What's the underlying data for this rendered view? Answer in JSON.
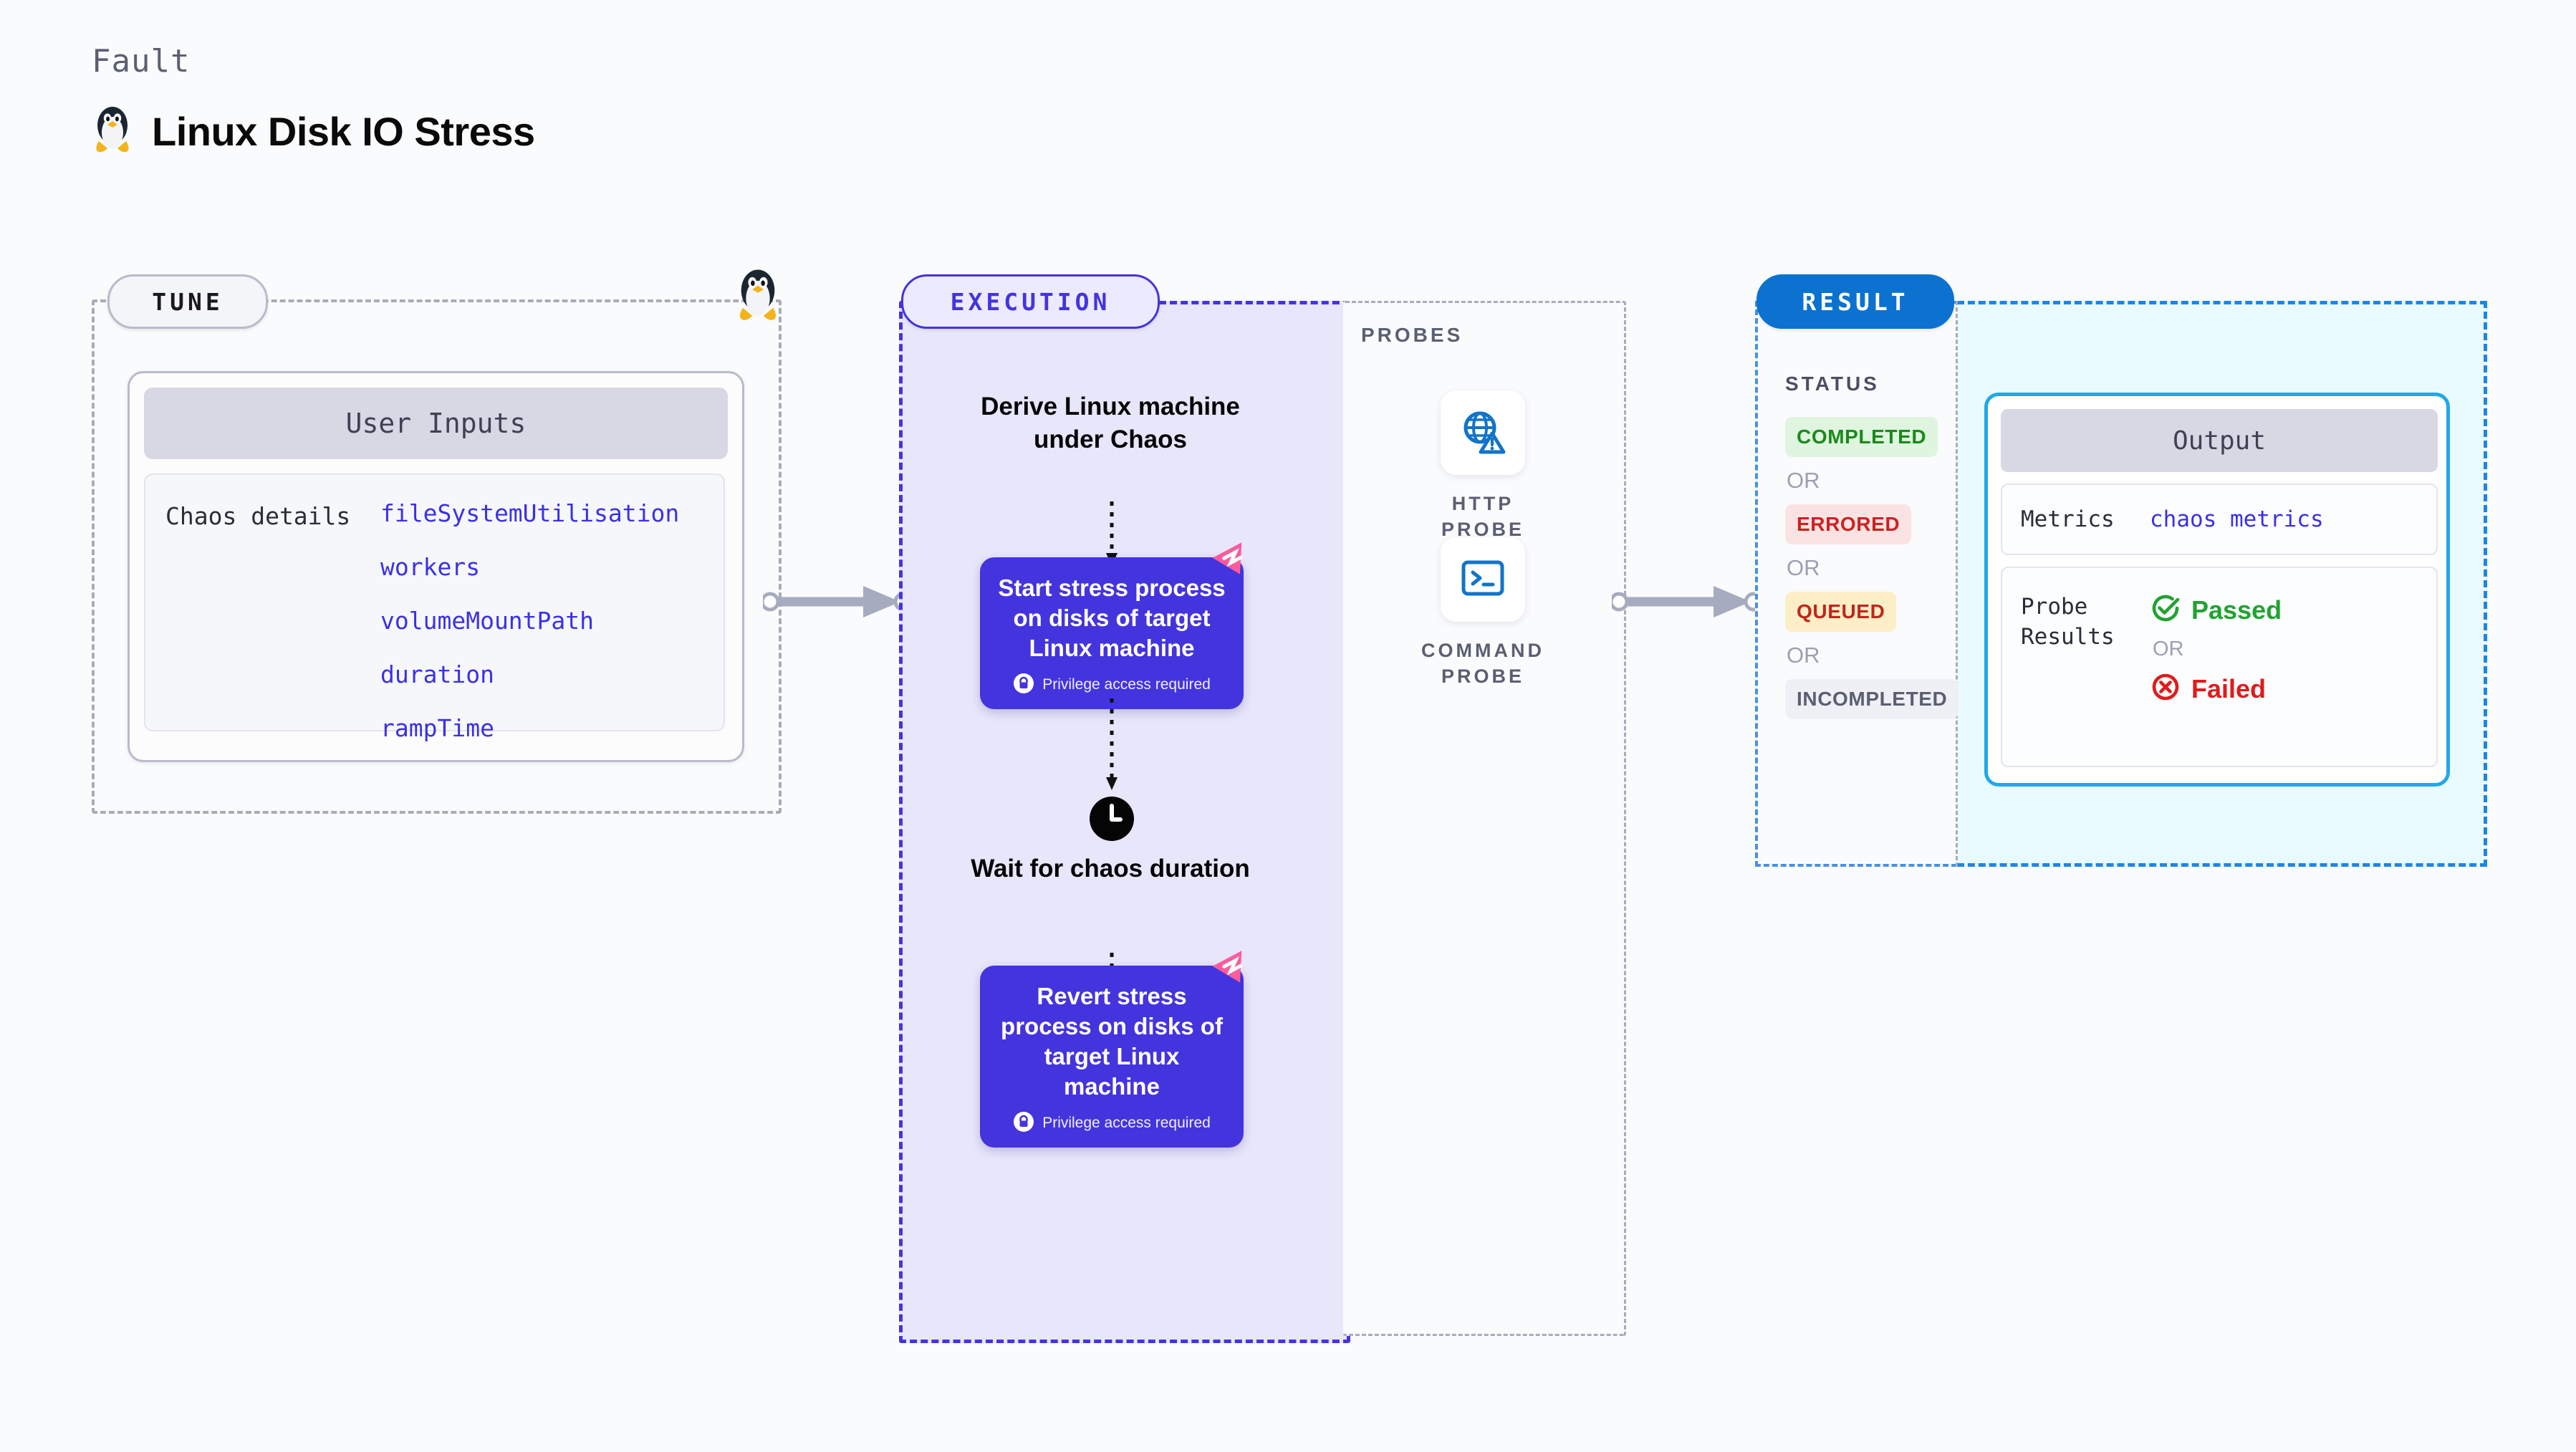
{
  "header": {
    "kicker": "Fault",
    "title": "Linux Disk IO Stress",
    "icon": "tux-penguin-icon"
  },
  "tune": {
    "pill_label": "TUNE",
    "card_title": "User Inputs",
    "row_label": "Chaos details",
    "params": [
      "fileSystemUtilisation",
      "workers",
      "volumeMountPath",
      "duration",
      "rampTime"
    ]
  },
  "execution": {
    "pill_label": "EXECUTION",
    "steps": [
      {
        "type": "text",
        "label": "Derive Linux machine under Chaos"
      },
      {
        "type": "card",
        "label": "Start stress process on disks of target Linux machine",
        "note": "Privilege access required",
        "icon": "lock-icon",
        "badge": "litmus-ribbon-icon"
      },
      {
        "type": "clock",
        "label": "Wait for chaos duration",
        "icon": "clock-icon"
      },
      {
        "type": "card",
        "label": "Revert stress process on disks of target Linux machine",
        "note": "Privilege access required",
        "icon": "lock-icon",
        "badge": "litmus-ribbon-icon"
      }
    ]
  },
  "probes": {
    "section_label": "PROBES",
    "items": [
      {
        "name": "HTTP PROBE",
        "icon": "globe-warning-icon"
      },
      {
        "name": "COMMAND PROBE",
        "icon": "terminal-icon"
      }
    ]
  },
  "result": {
    "pill_label": "RESULT",
    "status_label": "STATUS",
    "or_label": "OR",
    "statuses": [
      {
        "label": "COMPLETED",
        "bg": "#dff5e0",
        "color": "#1a8a1a"
      },
      {
        "label": "ERRORED",
        "bg": "#fbe3e3",
        "color": "#cc2222"
      },
      {
        "label": "QUEUED",
        "bg": "#fcefc7",
        "color": "#c0261b"
      },
      {
        "label": "INCOMPLETED",
        "bg": "#eff0f5",
        "color": "#5a5f73"
      }
    ],
    "output": {
      "title": "Output",
      "metrics_label": "Metrics",
      "metrics_value": "chaos metrics",
      "probe_results_label": "Probe Results",
      "passed_label": "Passed",
      "failed_label": "Failed",
      "or_label": "OR"
    }
  },
  "colors": {
    "indigo": "#4434dd",
    "blue": "#0b72d0",
    "cyan": "#22a8e8",
    "pink": "#fb5c9b",
    "param_blue": "#3a30e8"
  }
}
